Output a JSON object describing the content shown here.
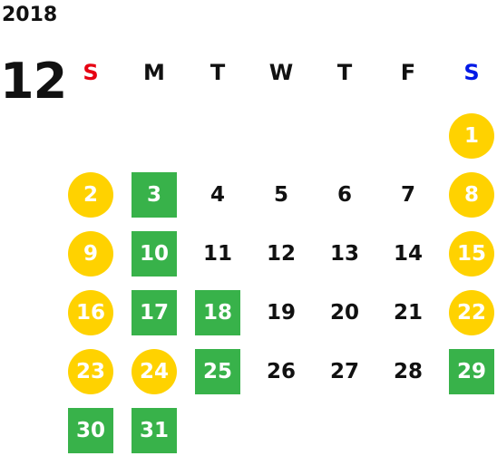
{
  "calendar": {
    "year": "2018",
    "month": "12",
    "colors": {
      "holiday_circle": "#FFD200",
      "green_square": "#38B24A",
      "sunday_text": "#E60012",
      "saturday_text": "#0019E6"
    },
    "weekdays": [
      {
        "label": "S",
        "color": "#E60012"
      },
      {
        "label": "M",
        "color": "#111111"
      },
      {
        "label": "T",
        "color": "#111111"
      },
      {
        "label": "W",
        "color": "#111111"
      },
      {
        "label": "T",
        "color": "#111111"
      },
      {
        "label": "F",
        "color": "#111111"
      },
      {
        "label": "S",
        "color": "#0019E6"
      }
    ],
    "days": [
      {
        "day": "1",
        "mark": "circle"
      },
      {
        "day": "2",
        "mark": "circle"
      },
      {
        "day": "3",
        "mark": "square"
      },
      {
        "day": "4",
        "mark": "none"
      },
      {
        "day": "5",
        "mark": "none"
      },
      {
        "day": "6",
        "mark": "none"
      },
      {
        "day": "7",
        "mark": "none"
      },
      {
        "day": "8",
        "mark": "circle"
      },
      {
        "day": "9",
        "mark": "circle"
      },
      {
        "day": "10",
        "mark": "square"
      },
      {
        "day": "11",
        "mark": "none"
      },
      {
        "day": "12",
        "mark": "none"
      },
      {
        "day": "13",
        "mark": "none"
      },
      {
        "day": "14",
        "mark": "none"
      },
      {
        "day": "15",
        "mark": "circle"
      },
      {
        "day": "16",
        "mark": "circle"
      },
      {
        "day": "17",
        "mark": "square"
      },
      {
        "day": "18",
        "mark": "square"
      },
      {
        "day": "19",
        "mark": "none"
      },
      {
        "day": "20",
        "mark": "none"
      },
      {
        "day": "21",
        "mark": "none"
      },
      {
        "day": "22",
        "mark": "circle"
      },
      {
        "day": "23",
        "mark": "circle"
      },
      {
        "day": "24",
        "mark": "circle"
      },
      {
        "day": "25",
        "mark": "square"
      },
      {
        "day": "26",
        "mark": "none"
      },
      {
        "day": "27",
        "mark": "none"
      },
      {
        "day": "28",
        "mark": "none"
      },
      {
        "day": "29",
        "mark": "square"
      },
      {
        "day": "30",
        "mark": "square"
      },
      {
        "day": "31",
        "mark": "square"
      }
    ]
  }
}
